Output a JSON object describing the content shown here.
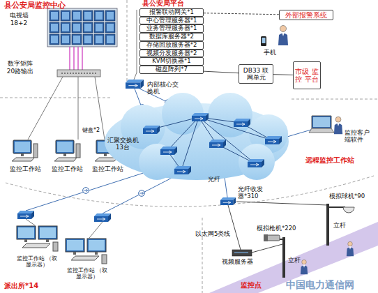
{
  "diagram": {
    "nodes": [
      {
        "text": [
          "报警联动网关*1"
        ]
      },
      {
        "text": [
          "中心管理服务器*1"
        ]
      },
      {
        "text": [
          "业务管理服务器*1"
        ]
      },
      {
        "text": [
          "数据库服务器*2"
        ]
      },
      {
        "text": [
          "存储回放服务器*2"
        ]
      },
      {
        "text": [
          "视频分发服务器*2"
        ]
      },
      {
        "text": [
          "KVM切换器*1"
        ]
      },
      {
        "text": [
          "磁盘阵列*7"
        ]
      },
      {
        "text": [
          "外部报警系统"
        ]
      },
      {
        "text": [
          "DB33 联网单元"
        ]
      },
      {
        "text": [
          "市级 监控 平台"
        ]
      }
    ],
    "edges": [
      {
        "from": 0,
        "to": 8,
        "arrow": "none"
      },
      {
        "from": 7,
        "to": 9,
        "arrow": "none"
      },
      {
        "from": 9,
        "to": 10,
        "arrow": "none"
      }
    ],
    "labels": [
      "县公安局监控中心",
      "电视墙 18+2",
      "数字矩阵 20路输出",
      "键盘*2",
      "监控工作站",
      "监控工作站",
      "监控工作站",
      "县公安局平台",
      "手机",
      "内部核心交换机",
      "汇聚交换机 13台",
      "远程监控工作站",
      "监控客户端软件",
      "光纤",
      "光纤收发器*310",
      "模拟球机*90",
      "立杆",
      "模拟枪机*220",
      "立杆",
      "以太网5类线",
      "视频服务器",
      "监控点",
      "派出所*14",
      "监控工作站 （双显示器）",
      "监控工作站 （双显示器）",
      "中国电力通信网"
    ]
  }
}
